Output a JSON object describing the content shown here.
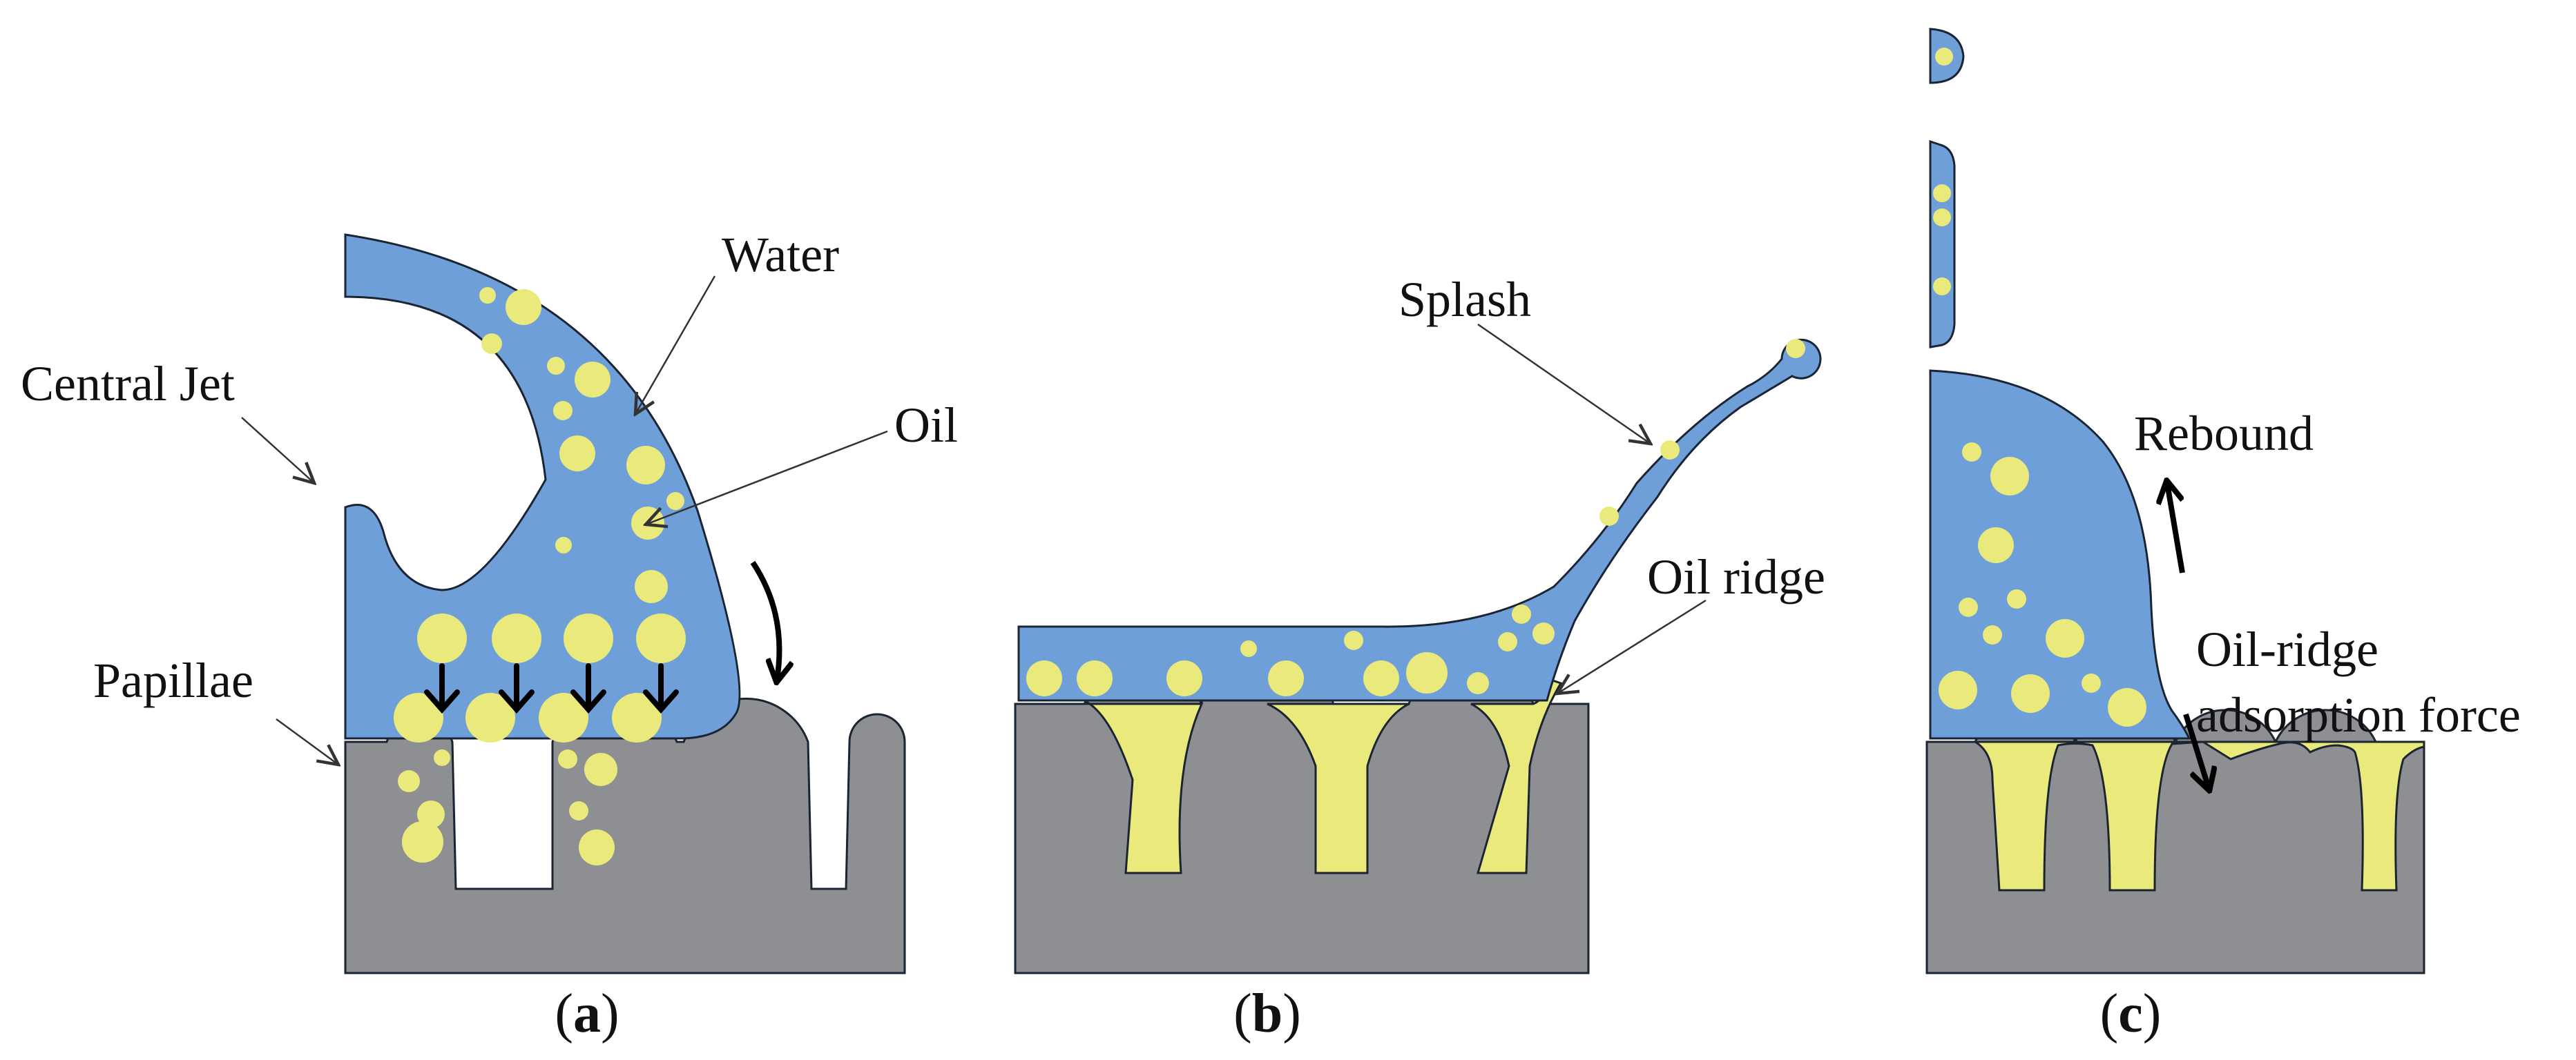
{
  "colors": {
    "water": "#6f9fd8",
    "oil": "#eaea7c",
    "substrate": "#8e8f93",
    "outline": "#1a2433",
    "background": "#ffffff"
  },
  "panel_a": {
    "caption_letter": "a",
    "labels": {
      "central_jet": "Central Jet",
      "water": "Water",
      "oil": "Oil",
      "papillae": "Papillae"
    }
  },
  "panel_b": {
    "caption_letter": "b",
    "labels": {
      "splash": "Splash",
      "oil_ridge": "Oil ridge"
    }
  },
  "panel_c": {
    "caption_letter": "c",
    "labels": {
      "rebound": "Rebound",
      "adsorption_line1": "Oil-ridge",
      "adsorption_line2": "adsorption force"
    }
  }
}
